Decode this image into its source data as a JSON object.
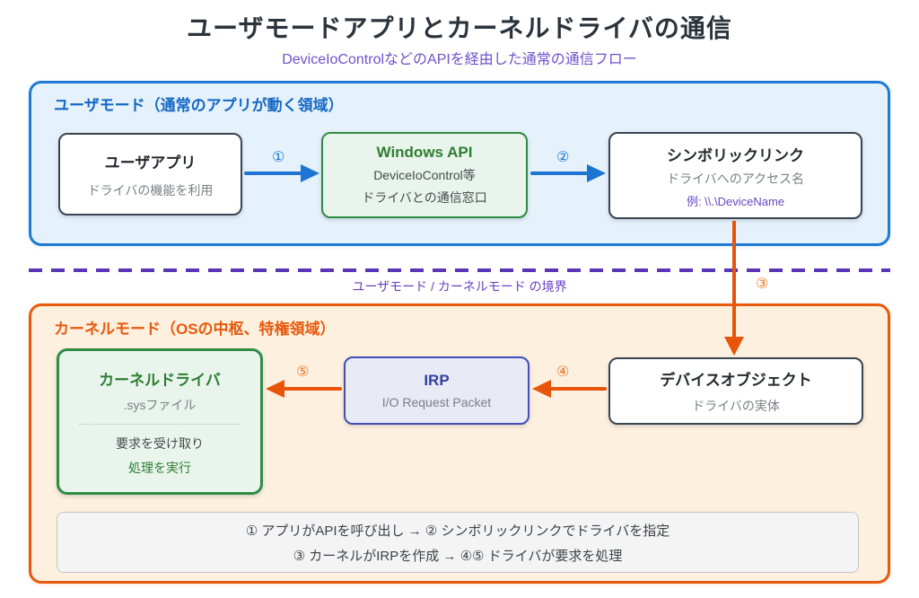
{
  "title": "ユーザモードアプリとカーネルドライバの通信",
  "subtitle": "DeviceIoControlなどのAPIを経由した通常の通信フロー",
  "colors": {
    "user_region_border": "#1e7ad4",
    "user_region_bg": "#e5f1fb",
    "kernel_region_border": "#e8590c",
    "kernel_region_bg": "#fdf0df",
    "green_border": "#2f8c44",
    "green_bg": "#e9f5ec",
    "indigo_border": "#4050b5",
    "indigo_bg": "#e8eaf6",
    "purple_accent": "#5b35b8",
    "blue_arrow": "#1d74d2",
    "orange_arrow": "#e8540a"
  },
  "user_mode": {
    "label": "ユーザモード（通常のアプリが動く領域）",
    "nodes": {
      "user_app": {
        "title": "ユーザアプリ",
        "desc": "ドライバの機能を利用"
      },
      "windows_api": {
        "title": "Windows API",
        "line1": "DeviceIoControl等",
        "line2": "ドライバとの通信窓口"
      },
      "symlink": {
        "title": "シンボリックリンク",
        "desc": "ドライバへのアクセス名",
        "example": "例: \\\\.\\DeviceName"
      }
    }
  },
  "boundary": {
    "label": "ユーザモード / カーネルモード の境界"
  },
  "kernel_mode": {
    "label": "カーネルモード（OSの中枢、特権領域）",
    "nodes": {
      "kernel_driver": {
        "title": "カーネルドライバ",
        "desc": ".sysファイル",
        "line1": "要求を受け取り",
        "line2": "処理を実行"
      },
      "irp": {
        "title": "IRP",
        "desc": "I/O Request Packet"
      },
      "device_object": {
        "title": "デバイスオブジェクト",
        "desc": "ドライバの実体"
      }
    }
  },
  "steps": {
    "s1": "①",
    "s2": "②",
    "s3": "③",
    "s4": "④",
    "s5": "⑤"
  },
  "legend": {
    "line1": "① アプリがAPIを呼び出し → ② シンボリックリンクでドライバを指定",
    "line2": "③ カーネルがIRPを作成 → ④⑤ ドライバが要求を処理"
  }
}
